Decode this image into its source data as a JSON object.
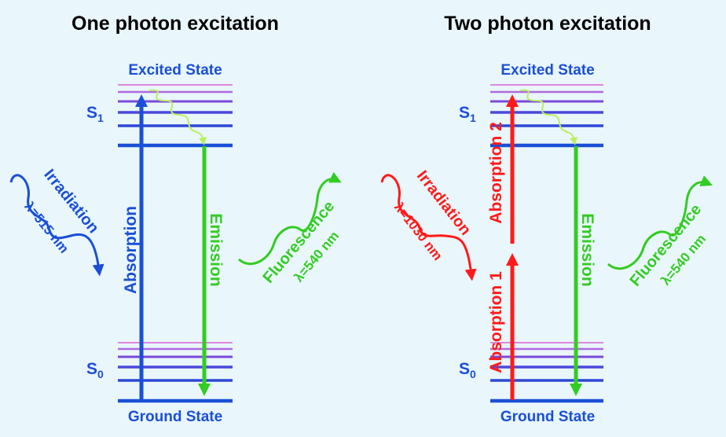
{
  "colors": {
    "background": "#e9f6fb",
    "state_blue": "#1a4fd6",
    "absorption_red": "#ff1a1a",
    "emission_green": "#33cc22",
    "relax_lime": "#b8f060",
    "level_purple": "#7a4ad8",
    "level_pink": "#dd88dd"
  },
  "left": {
    "title": "One photon excitation",
    "excited_state": "Excited State",
    "ground_state": "Ground State",
    "s1_label": "S",
    "s1_sub": "1",
    "s0_label": "S",
    "s0_sub": "0",
    "absorption": "Absorption",
    "emission": "Emission",
    "irradiation": "Irradiation",
    "irradiation_wavelength": "λ=515 nm",
    "fluorescence": "Fluorescence",
    "fluorescence_wavelength": "λ=540 nm"
  },
  "right": {
    "title": "Two photon excitation",
    "excited_state": "Excited State",
    "ground_state": "Ground State",
    "s1_label": "S",
    "s1_sub": "1",
    "s0_label": "S",
    "s0_sub": "0",
    "absorption_1": "Absorption 1",
    "absorption_2": "Absorption 2",
    "emission": "Emission",
    "irradiation": "Irradiation",
    "irradiation_wavelength": "λ=1030 nm",
    "fluorescence": "Fluorescence",
    "fluorescence_wavelength": "λ=540 nm"
  }
}
